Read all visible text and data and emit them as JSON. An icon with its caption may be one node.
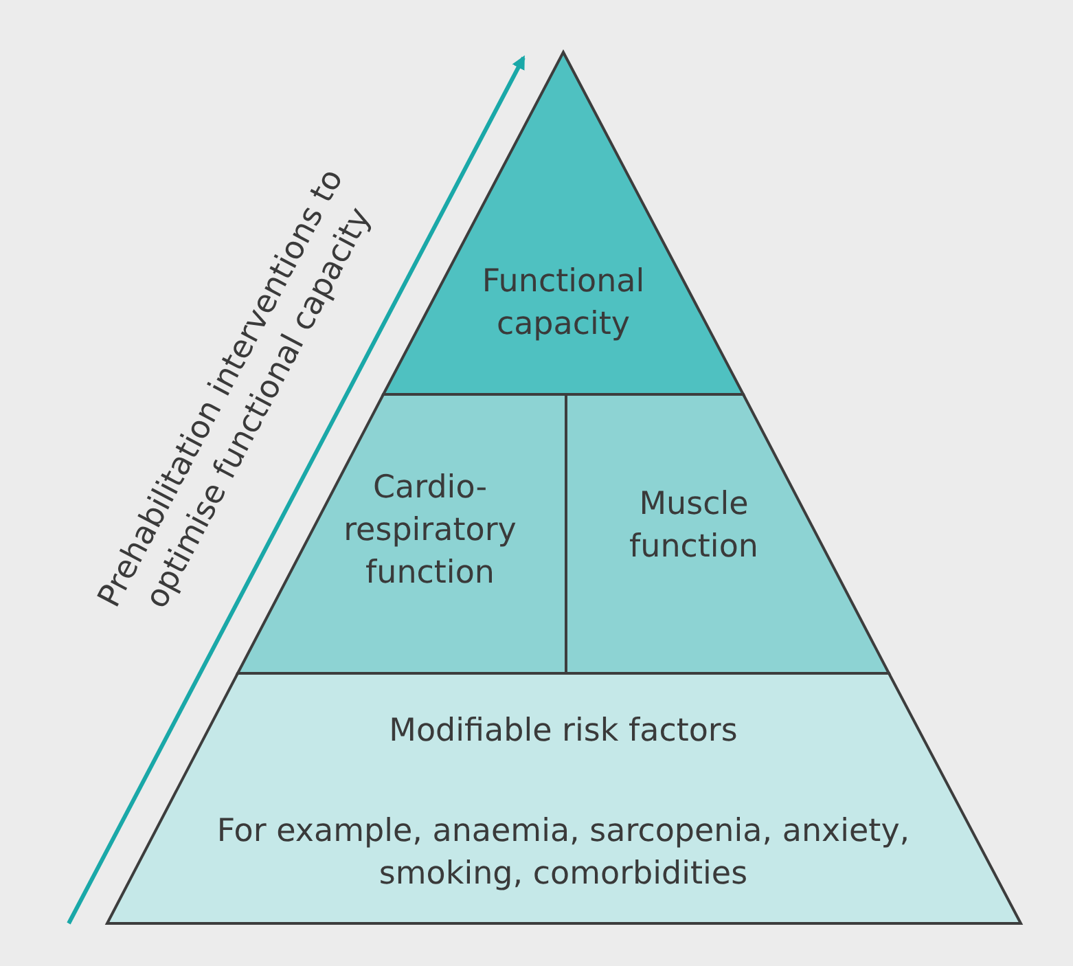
{
  "diagram": {
    "nodes": [
      {
        "text": [
          "Functional capacity"
        ]
      },
      {
        "text": [
          "Cardio-respiratory function"
        ]
      },
      {
        "text": [
          "Muscle function"
        ]
      },
      {
        "text": [
          "Modifiable risk factors",
          "For example, anaemia, sarcopenia, anxiety, smoking, comorbidities"
        ]
      }
    ],
    "labels": [
      "Prehabilitation interventions to optimise functional capacity"
    ]
  }
}
